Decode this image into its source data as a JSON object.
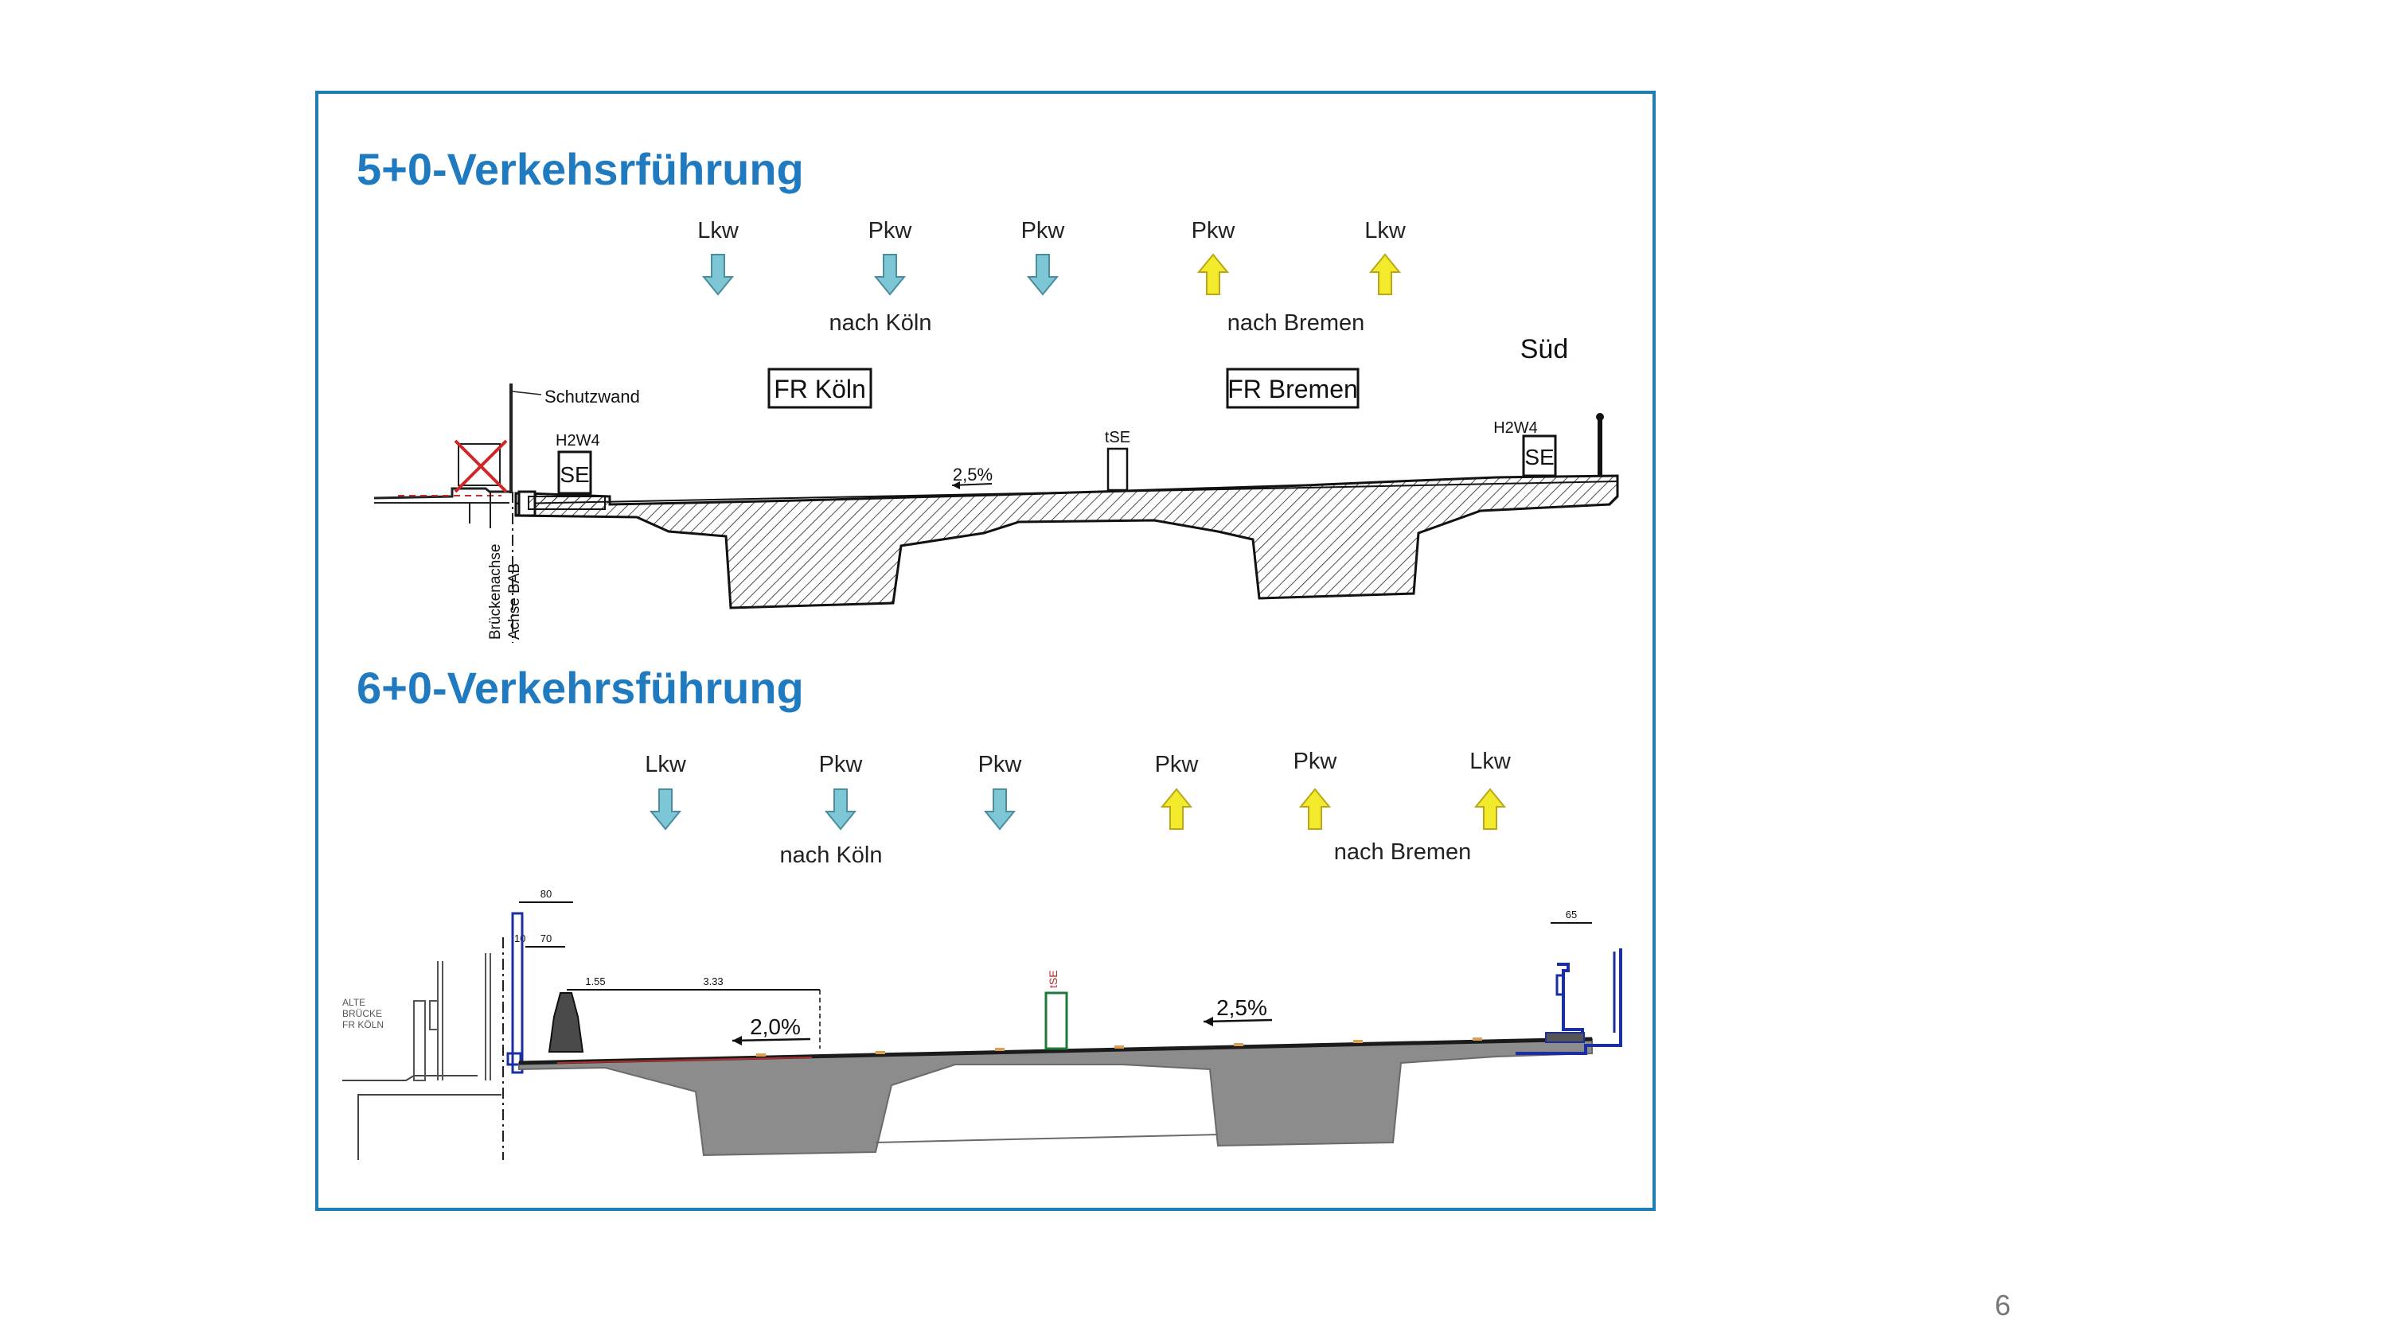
{
  "slide": {
    "page_number": "6"
  },
  "section_top": {
    "title": "5+0-Verkehsrführung",
    "lanes": [
      "Lkw",
      "Pkw",
      "Pkw",
      "Pkw",
      "Lkw"
    ],
    "dir_koeln": "nach Köln",
    "dir_bremen": "nach Bremen",
    "box_koeln": "FR  Köln",
    "box_bremen": "FR  Bremen",
    "sued": "Süd",
    "schutzwand": "Schutzwand",
    "h2w4_left": "H2W4",
    "h2w4_right": "H2W4",
    "se_left": "SE",
    "se_right": "SE",
    "tse": "tSE",
    "slope": "2,5%",
    "axis_label_1": "Brückenachse",
    "axis_label_2": "Achse BAB"
  },
  "section_bottom": {
    "title": "6+0-Verkehrsführung",
    "lanes": [
      "Lkw",
      "Pkw",
      "Pkw",
      "Pkw",
      "Pkw",
      "Lkw"
    ],
    "dir_koeln": "nach Köln",
    "dir_bremen": "nach Bremen",
    "slope_left": "2,0%",
    "slope_right": "2,5%",
    "dim_80": "80",
    "dim_70": "70",
    "dim_10": "10",
    "dim_155": "1.55",
    "dim_333": "3.33",
    "dim_65": "65",
    "tse": "tSE",
    "old_bridge_1": "ALTE",
    "old_bridge_2": "BRÜCKE",
    "old_bridge_3": "FR KÖLN"
  },
  "colors": {
    "frame": "#1f7fb3",
    "title": "#1f7ac0",
    "arrow_down": "#7cc6d6",
    "arrow_up": "#f2ea2a",
    "deck_fill": "#8c8c8c",
    "railing": "#1b2fa0"
  },
  "icons": {
    "arrow_down": "arrow-down-icon",
    "arrow_up": "arrow-up-icon"
  }
}
